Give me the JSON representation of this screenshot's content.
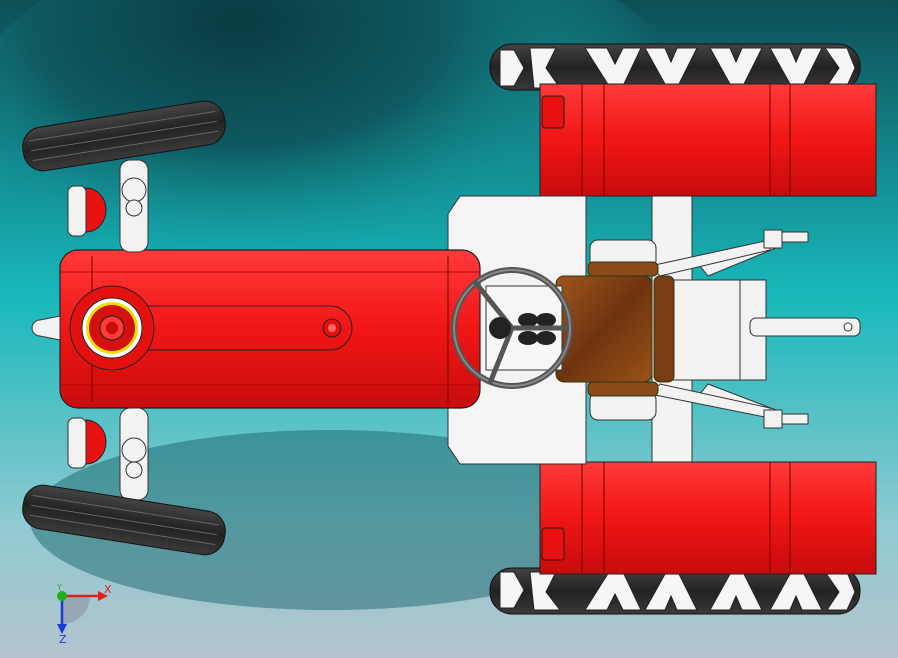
{
  "viewport": {
    "background_colors": [
      "#0b3d44",
      "#12a6ad",
      "#2de0e2",
      "#a9c2cf"
    ],
    "model_colors": {
      "body_red": "#f01818",
      "tire": "#2b2b2b",
      "white_parts": "#f2f2f2",
      "seat_wood": "#8a4a1a"
    }
  },
  "triad": {
    "x_label": "X",
    "y_label": "Y",
    "z_label": "Z",
    "x_color": "#e0201a",
    "y_color": "#20b020",
    "z_color": "#1a3ad0"
  }
}
